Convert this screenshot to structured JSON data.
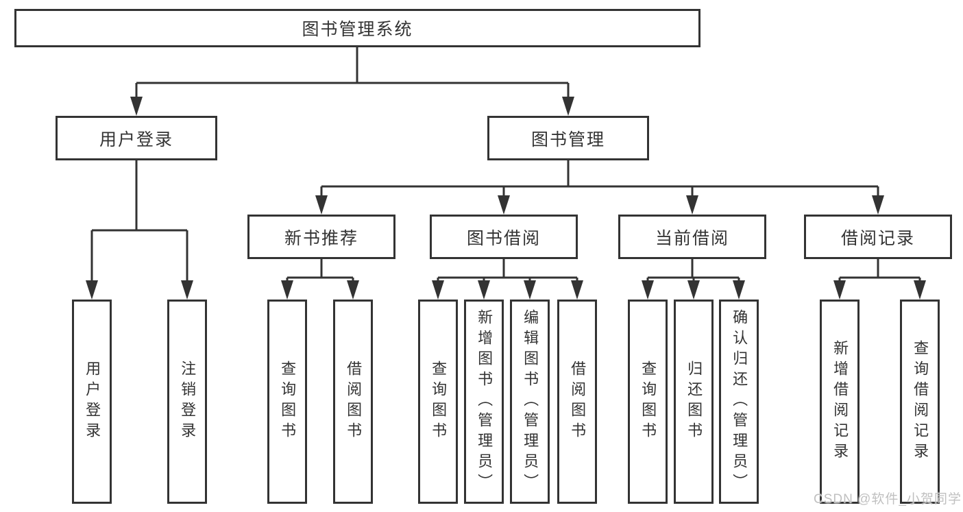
{
  "diagram": {
    "root": {
      "label": "图书管理系统"
    },
    "level1": [
      {
        "label": "用户登录"
      },
      {
        "label": "图书管理"
      }
    ],
    "level2": [
      {
        "label": "新书推荐"
      },
      {
        "label": "图书借阅"
      },
      {
        "label": "当前借阅"
      },
      {
        "label": "借阅记录"
      }
    ],
    "leaves": {
      "user_login": [
        {
          "label": "用户登录"
        },
        {
          "label": "注销登录"
        }
      ],
      "new_book_recommend": [
        {
          "label": "查询图书"
        },
        {
          "label": "借阅图书"
        }
      ],
      "book_borrow": [
        {
          "label": "查询图书"
        },
        {
          "label": "新增图书（管理员）"
        },
        {
          "label": "编辑图书（管理员）"
        },
        {
          "label": "借阅图书"
        }
      ],
      "current_borrow": [
        {
          "label": "查询图书"
        },
        {
          "label": "归还图书"
        },
        {
          "label": "确认归还（管理员）"
        }
      ],
      "borrow_records": [
        {
          "label": "新增借阅记录"
        },
        {
          "label": "查询借阅记录"
        }
      ]
    }
  },
  "watermark": {
    "text": "CSDN @软件_小贺同学"
  },
  "colors": {
    "line": "#333333",
    "box_background": "#ffffff",
    "text": "#333333",
    "watermark": "#c0c0c0"
  }
}
